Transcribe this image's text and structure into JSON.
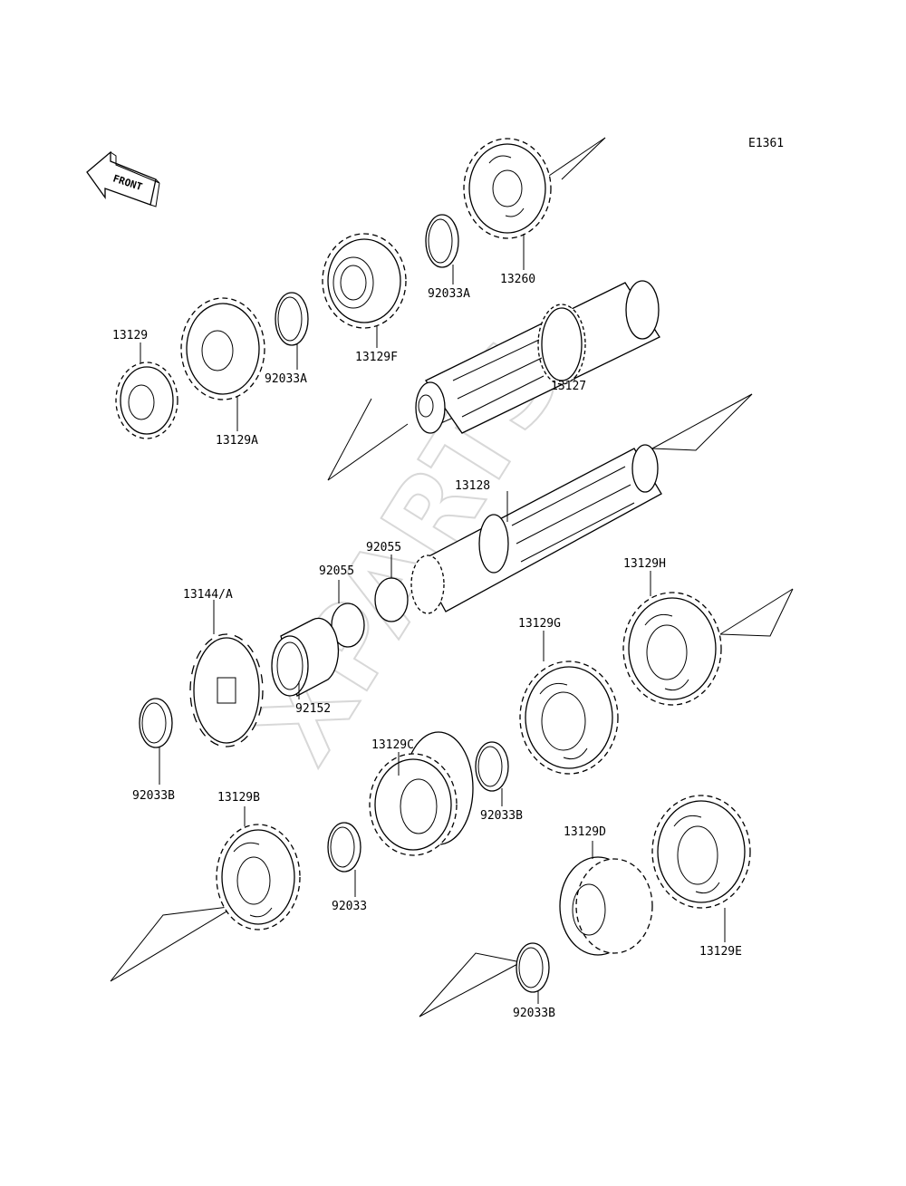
{
  "diagram_code": "E1361",
  "front_label": "FRONT",
  "watermark": "XPARTS",
  "callouts": [
    {
      "id": "13260",
      "label": "13260"
    },
    {
      "id": "92033A_top",
      "label": "92033A"
    },
    {
      "id": "13129F",
      "label": "13129F"
    },
    {
      "id": "92033A_mid",
      "label": "92033A"
    },
    {
      "id": "13129",
      "label": "13129"
    },
    {
      "id": "13129A",
      "label": "13129A"
    },
    {
      "id": "13127",
      "label": "13127"
    },
    {
      "id": "13128",
      "label": "13128"
    },
    {
      "id": "92055_right",
      "label": "92055"
    },
    {
      "id": "92055_left",
      "label": "92055"
    },
    {
      "id": "13144A",
      "label": "13144/A"
    },
    {
      "id": "92152",
      "label": "92152"
    },
    {
      "id": "13129H",
      "label": "13129H"
    },
    {
      "id": "13129G",
      "label": "13129G"
    },
    {
      "id": "13129C",
      "label": "13129C"
    },
    {
      "id": "92033B_right",
      "label": "92033B"
    },
    {
      "id": "92033B_left",
      "label": "92033B"
    },
    {
      "id": "13129B",
      "label": "13129B"
    },
    {
      "id": "92033",
      "label": "92033"
    },
    {
      "id": "13129D",
      "label": "13129D"
    },
    {
      "id": "13129E",
      "label": "13129E"
    },
    {
      "id": "92033B_bottom",
      "label": "92033B"
    }
  ]
}
